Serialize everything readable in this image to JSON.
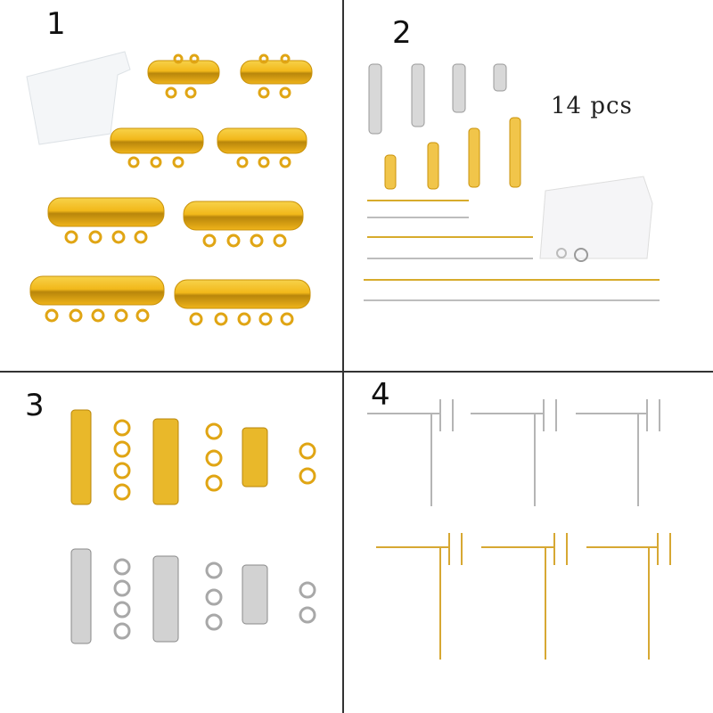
{
  "panels": [
    {
      "label": "1",
      "description": "Gold slide tube clasps with clear storage box"
    },
    {
      "label": "2",
      "description": "Silver and gold tube clasps, extender chains and box",
      "caption": "14 pcs"
    },
    {
      "label": "3",
      "description": "Gold and silver layered necklace clasps with spring rings"
    },
    {
      "label": "4",
      "description": "Silver and gold 3-strand layering clasps with extender chains"
    }
  ],
  "colors": {
    "gold": "#e8b21c",
    "gold_dark": "#b8860b",
    "silver": "#c8c8c8",
    "divider": "#333333"
  }
}
